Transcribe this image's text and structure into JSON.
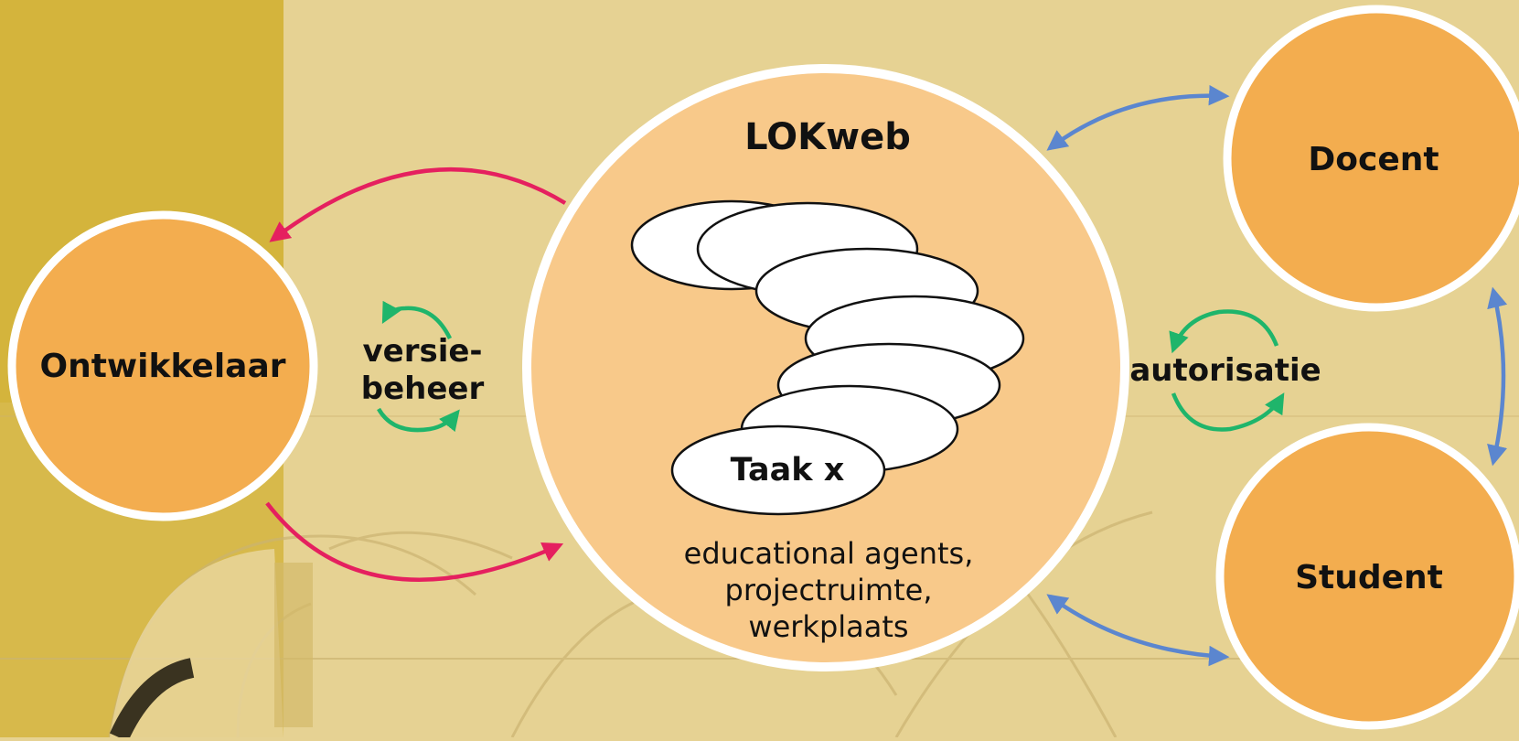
{
  "diagram": {
    "hub": {
      "title": "LOKweb",
      "task_label": "Taak x",
      "description_lines": [
        "educational agents,",
        "projectruimte,",
        "werkplaats"
      ]
    },
    "nodes": {
      "developer": "Ontwikkelaar",
      "teacher": "Docent",
      "student": "Student"
    },
    "cycles": {
      "version_control_lines": [
        "versie-",
        "beheer"
      ],
      "authorization": "autorisatie"
    },
    "colors": {
      "background": "#e6d293",
      "left_band": "#d4b43c",
      "node_fill": "#f3ad4f",
      "node_border": "#ffffff",
      "hub_fill": "#f8c98a",
      "pink_arrow": "#e5205f",
      "green_arrow": "#1fb56b",
      "blue_arrow": "#5b86cf"
    }
  }
}
